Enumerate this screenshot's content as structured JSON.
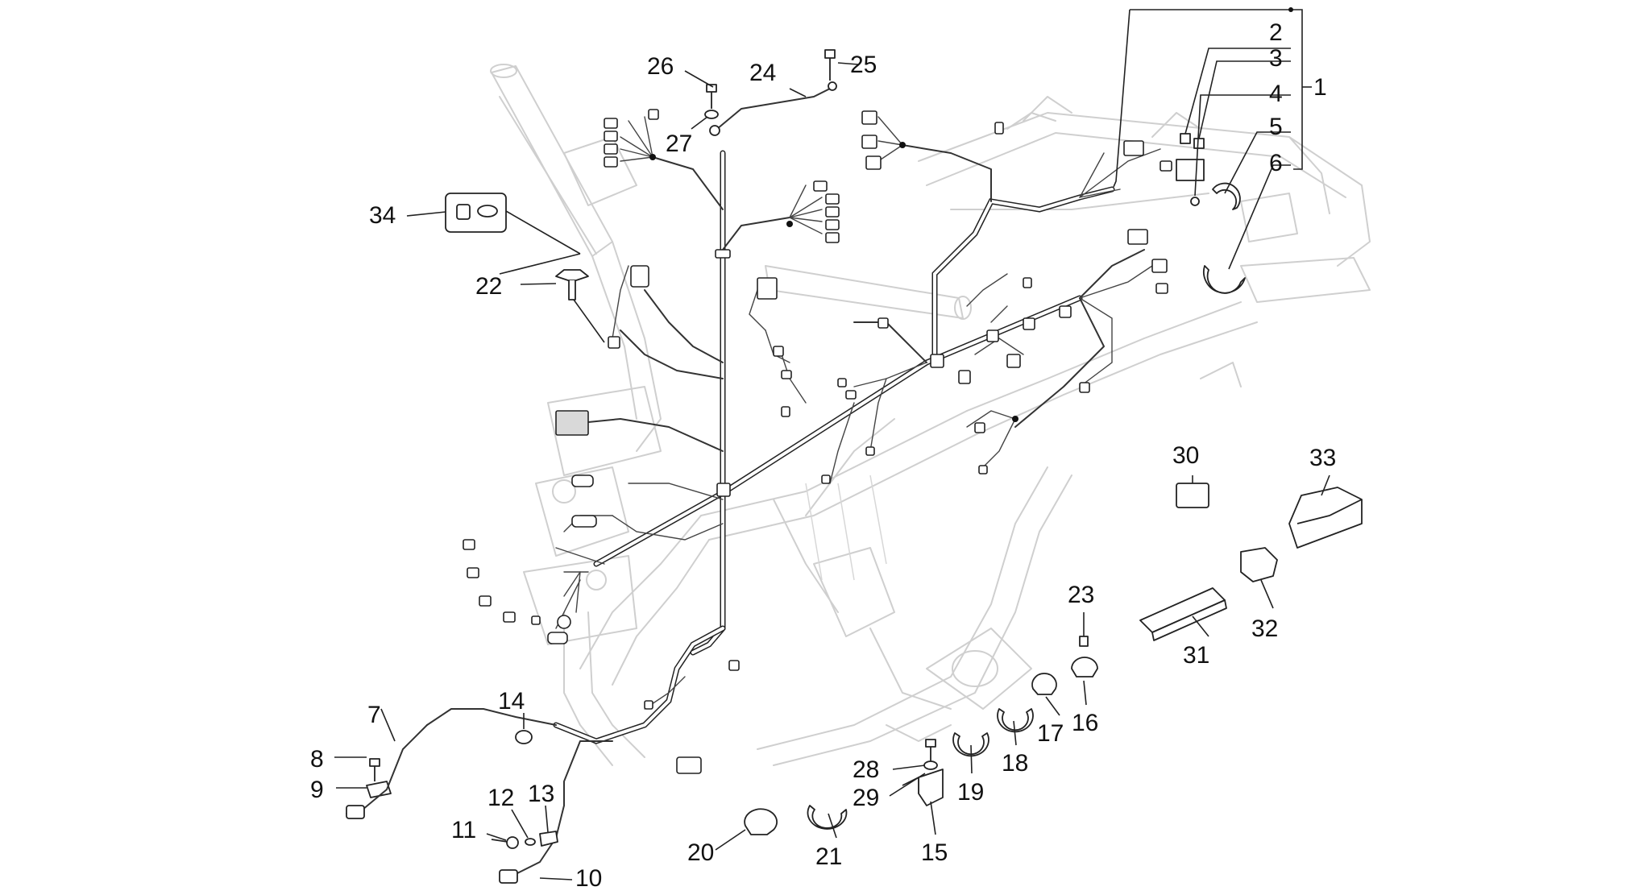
{
  "diagram": {
    "callouts": [
      {
        "id": "1",
        "text": "1"
      },
      {
        "id": "2",
        "text": "2"
      },
      {
        "id": "3",
        "text": "3"
      },
      {
        "id": "4",
        "text": "4"
      },
      {
        "id": "5",
        "text": "5"
      },
      {
        "id": "6",
        "text": "6"
      },
      {
        "id": "7",
        "text": "7"
      },
      {
        "id": "8",
        "text": "8"
      },
      {
        "id": "9",
        "text": "9"
      },
      {
        "id": "10",
        "text": "10"
      },
      {
        "id": "11",
        "text": "11"
      },
      {
        "id": "12",
        "text": "12"
      },
      {
        "id": "13",
        "text": "13"
      },
      {
        "id": "14",
        "text": "14"
      },
      {
        "id": "15",
        "text": "15"
      },
      {
        "id": "16",
        "text": "16"
      },
      {
        "id": "17",
        "text": "17"
      },
      {
        "id": "18",
        "text": "18"
      },
      {
        "id": "19",
        "text": "19"
      },
      {
        "id": "20",
        "text": "20"
      },
      {
        "id": "21",
        "text": "21"
      },
      {
        "id": "22",
        "text": "22"
      },
      {
        "id": "23",
        "text": "23"
      },
      {
        "id": "24",
        "text": "24"
      },
      {
        "id": "25",
        "text": "25"
      },
      {
        "id": "26",
        "text": "26"
      },
      {
        "id": "27",
        "text": "27"
      },
      {
        "id": "28",
        "text": "28"
      },
      {
        "id": "29",
        "text": "29"
      },
      {
        "id": "30",
        "text": "30"
      },
      {
        "id": "31",
        "text": "31"
      },
      {
        "id": "32",
        "text": "32"
      },
      {
        "id": "33",
        "text": "33"
      },
      {
        "id": "34",
        "text": "34"
      }
    ],
    "colors": {
      "frame": "#cfcfcf",
      "ink": "#222222",
      "background": "#ffffff"
    }
  }
}
